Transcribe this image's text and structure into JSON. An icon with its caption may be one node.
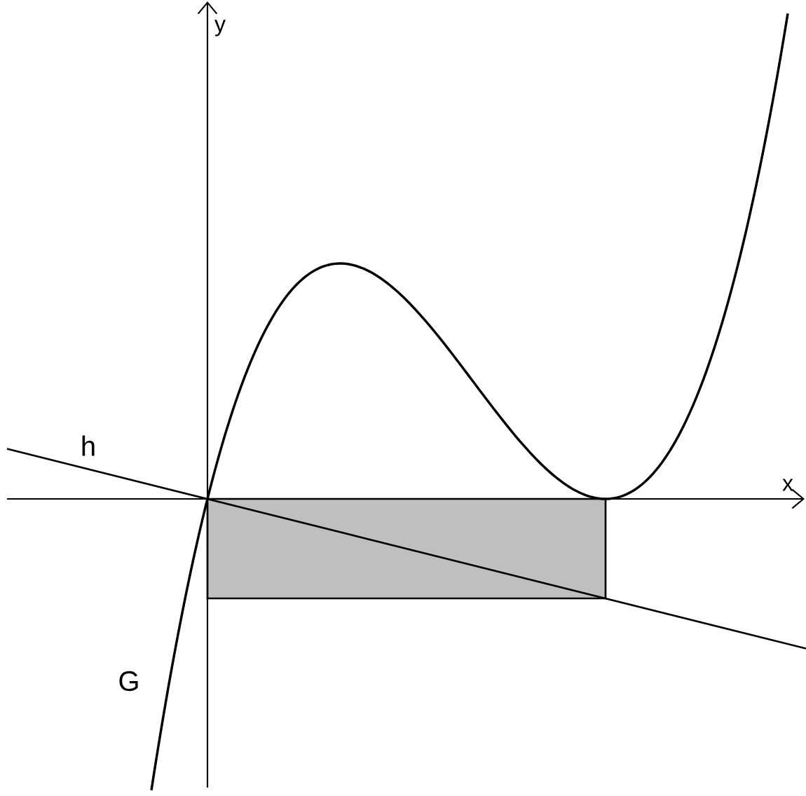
{
  "diagram": {
    "labels": [
      "y",
      "x",
      "h",
      "G"
    ]
  }
}
